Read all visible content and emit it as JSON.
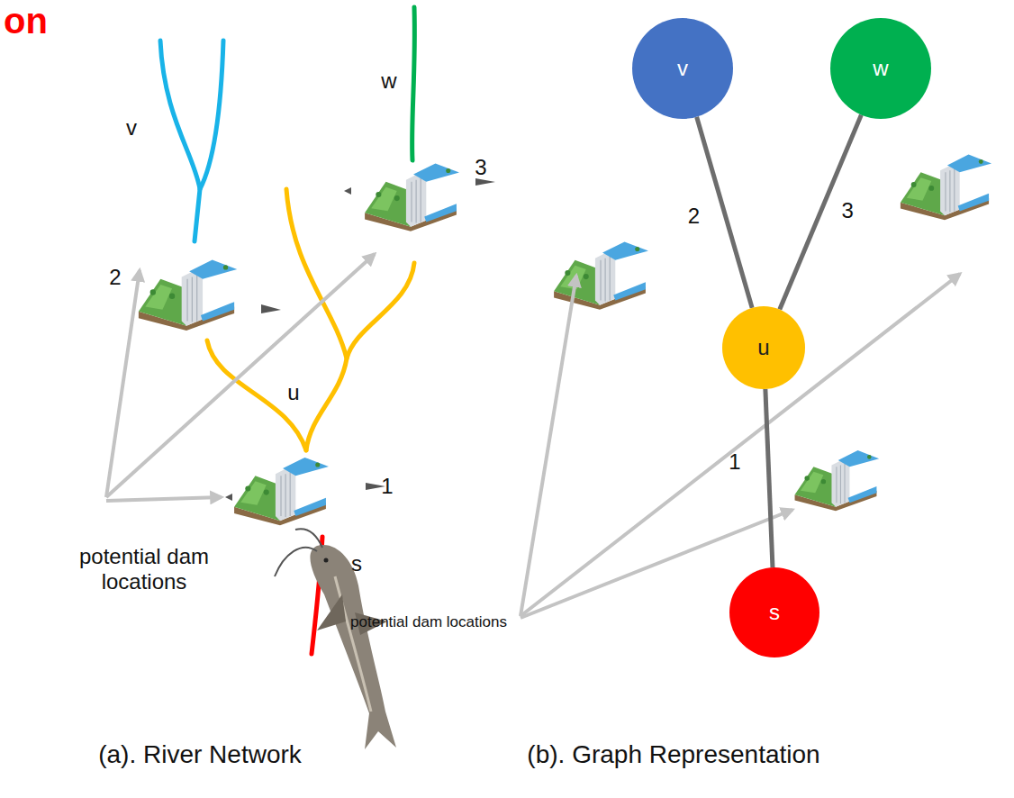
{
  "diagram": {
    "nodes": [
      {
        "text": [
          "v"
        ]
      },
      {
        "text": [
          "w"
        ]
      },
      {
        "text": [
          "u"
        ]
      },
      {
        "text": [
          "s"
        ]
      }
    ],
    "edges": [
      {
        "from": 0,
        "to": 2,
        "arrow": "none",
        "label": "2"
      },
      {
        "from": 1,
        "to": 2,
        "arrow": "none",
        "label": "3"
      },
      {
        "from": 2,
        "to": 3,
        "arrow": "none",
        "label": "1"
      }
    ],
    "labels": [
      "on",
      "v",
      "w",
      "2",
      "3",
      "u",
      "1",
      "s",
      "potential dam locations",
      "(a). River Network",
      "potential dam locations",
      "(b). Graph Representation"
    ]
  }
}
